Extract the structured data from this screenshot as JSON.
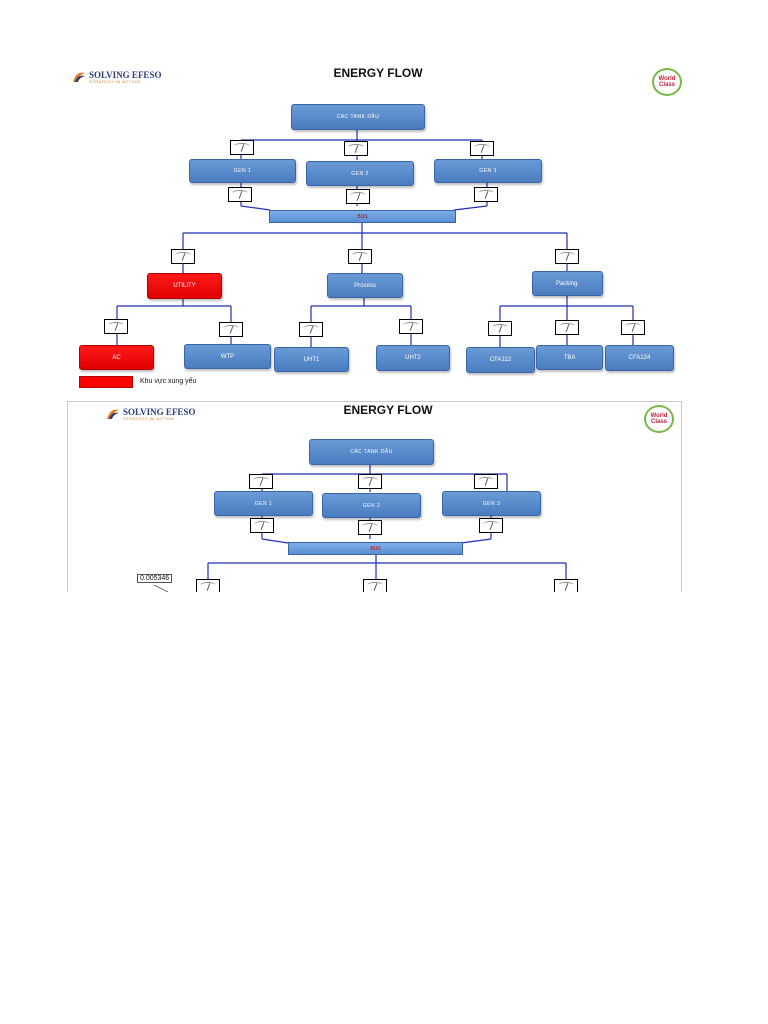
{
  "diagram1": {
    "title": "ENERGY FLOW",
    "logo": {
      "name": "SOLVING EFESO",
      "tagline": "STRATEGY IN ACTION"
    },
    "badge": {
      "line1": "World",
      "line2": "Class"
    },
    "source": "CÁC TANK DẦU",
    "generators": [
      "GEN 1",
      "GEN 2",
      "GEN 3"
    ],
    "bus": "BUS",
    "areas": [
      "UTILITY",
      "Process",
      "Packing."
    ],
    "loads": [
      "AC",
      "WTP",
      "UHT1",
      "UHT2",
      "CFA112",
      "TBA",
      "CFA124"
    ],
    "legend": "Khu vực xung yếu",
    "colors": {
      "node": "#5a8bcf",
      "critical": "#ff0000",
      "line": "#1f2fb8"
    }
  },
  "diagram2": {
    "title": "ENERGY FLOW",
    "logo": {
      "name": "SOLVING EFESO",
      "tagline": "STRATEGY IN ACTION"
    },
    "badge": {
      "line1": "World",
      "line2": "Class"
    },
    "source": "CÁC TANK DẦU",
    "generators": [
      "GEN 1",
      "GEN 2",
      "GEN 3"
    ],
    "bus": "BUS",
    "callout_value": "0.005346"
  }
}
